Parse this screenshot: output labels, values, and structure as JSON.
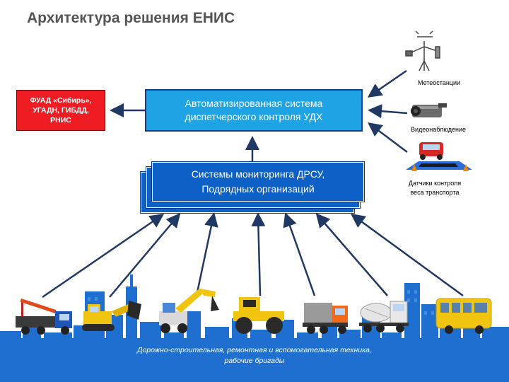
{
  "title": "Архитектура решения ЕНИС",
  "nodes": {
    "main": {
      "line1": "Автоматизированная система",
      "line2": "диспетчерского контроля УДХ"
    },
    "fuad": {
      "line1": "ФУАД «Сибирь»,",
      "line2": "УГАДН, ГИБДД,",
      "line3": "РНИС"
    },
    "monitoring": {
      "line1": "Системы мониторинга ДРСУ,",
      "line2": "Подрядных организаций"
    },
    "weather": {
      "label": "Метеостанции"
    },
    "video": {
      "label": "Видеонаблюдение"
    },
    "weight": {
      "line1": "Датчики контроля",
      "line2": "веса транспорта"
    }
  },
  "footer": {
    "line1": "Дорожно-строительная, ремонтная и вспомогательная техника,",
    "line2": "рабочие бригады"
  },
  "colors": {
    "main_fill": "#1ea3e4",
    "monitor_fill": "#0d60c6",
    "fuad_fill": "#ef1c24",
    "arrow": "#1f3864",
    "city": "#1e6fd0"
  },
  "vehicles": [
    "crane-truck",
    "excavator-yellow",
    "tractor-excavator",
    "road-roller",
    "dump-truck",
    "concrete-mixer",
    "bus"
  ]
}
